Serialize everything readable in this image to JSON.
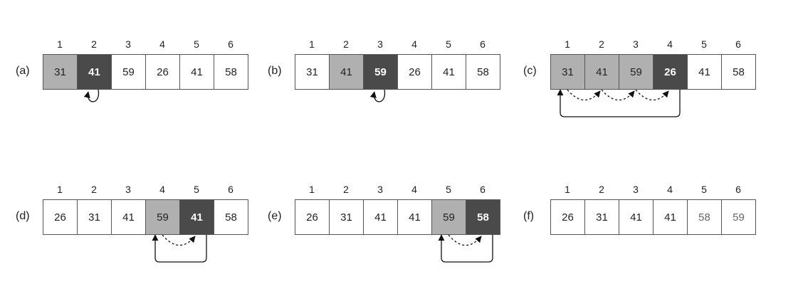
{
  "colors": {
    "light": "#b0b0b0",
    "dark": "#4a4a4a",
    "line": "#111111"
  },
  "panels": [
    {
      "label": "(a)",
      "indices": [
        "1",
        "2",
        "3",
        "4",
        "5",
        "6"
      ],
      "values": [
        "31",
        "41",
        "59",
        "26",
        "41",
        "58"
      ],
      "shades": [
        "light",
        "dark",
        "",
        "",
        "",
        ""
      ],
      "arrows": [
        {
          "type": "loop",
          "at": 2
        }
      ]
    },
    {
      "label": "(b)",
      "indices": [
        "1",
        "2",
        "3",
        "4",
        "5",
        "6"
      ],
      "values": [
        "31",
        "41",
        "59",
        "26",
        "41",
        "58"
      ],
      "shades": [
        "",
        "light",
        "dark",
        "",
        "",
        ""
      ],
      "arrows": [
        {
          "type": "loop",
          "at": 3
        }
      ]
    },
    {
      "label": "(c)",
      "indices": [
        "1",
        "2",
        "3",
        "4",
        "5",
        "6"
      ],
      "values": [
        "31",
        "41",
        "59",
        "26",
        "41",
        "58"
      ],
      "shades": [
        "light",
        "light",
        "light",
        "dark",
        "",
        ""
      ],
      "arrows": [
        {
          "type": "dashed",
          "from": 1,
          "to": 2
        },
        {
          "type": "dashed",
          "from": 2,
          "to": 3
        },
        {
          "type": "dashed",
          "from": 3,
          "to": 4
        },
        {
          "type": "bracket",
          "from": 4,
          "to": 1
        }
      ]
    },
    {
      "label": "(d)",
      "indices": [
        "1",
        "2",
        "3",
        "4",
        "5",
        "6"
      ],
      "values": [
        "26",
        "31",
        "41",
        "59",
        "41",
        "58"
      ],
      "shades": [
        "",
        "",
        "",
        "light",
        "dark",
        ""
      ],
      "arrows": [
        {
          "type": "dashed",
          "from": 4,
          "to": 5
        },
        {
          "type": "bracket",
          "from": 5,
          "to": 4
        }
      ]
    },
    {
      "label": "(e)",
      "indices": [
        "1",
        "2",
        "3",
        "4",
        "5",
        "6"
      ],
      "values": [
        "26",
        "31",
        "41",
        "41",
        "59",
        "58"
      ],
      "shades": [
        "",
        "",
        "",
        "",
        "light",
        "dark"
      ],
      "arrows": [
        {
          "type": "dashed",
          "from": 5,
          "to": 6
        },
        {
          "type": "bracket",
          "from": 6,
          "to": 5
        }
      ]
    },
    {
      "label": "(f)",
      "indices": [
        "1",
        "2",
        "3",
        "4",
        "5",
        "6"
      ],
      "values": [
        "26",
        "31",
        "41",
        "41",
        "58",
        "59"
      ],
      "shades": [
        "",
        "",
        "",
        "",
        "muted",
        "muted"
      ],
      "arrows": []
    }
  ]
}
